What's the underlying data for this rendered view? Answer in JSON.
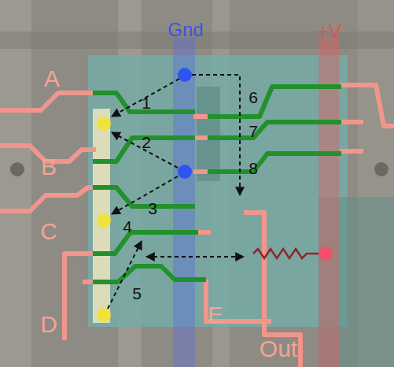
{
  "diagram": {
    "labels": [
      "Gnd",
      "+V",
      "A",
      "1",
      "2",
      "B",
      "3",
      "C",
      "4",
      "5",
      "D",
      "E",
      "Out",
      "6",
      "7",
      "8"
    ]
  }
}
